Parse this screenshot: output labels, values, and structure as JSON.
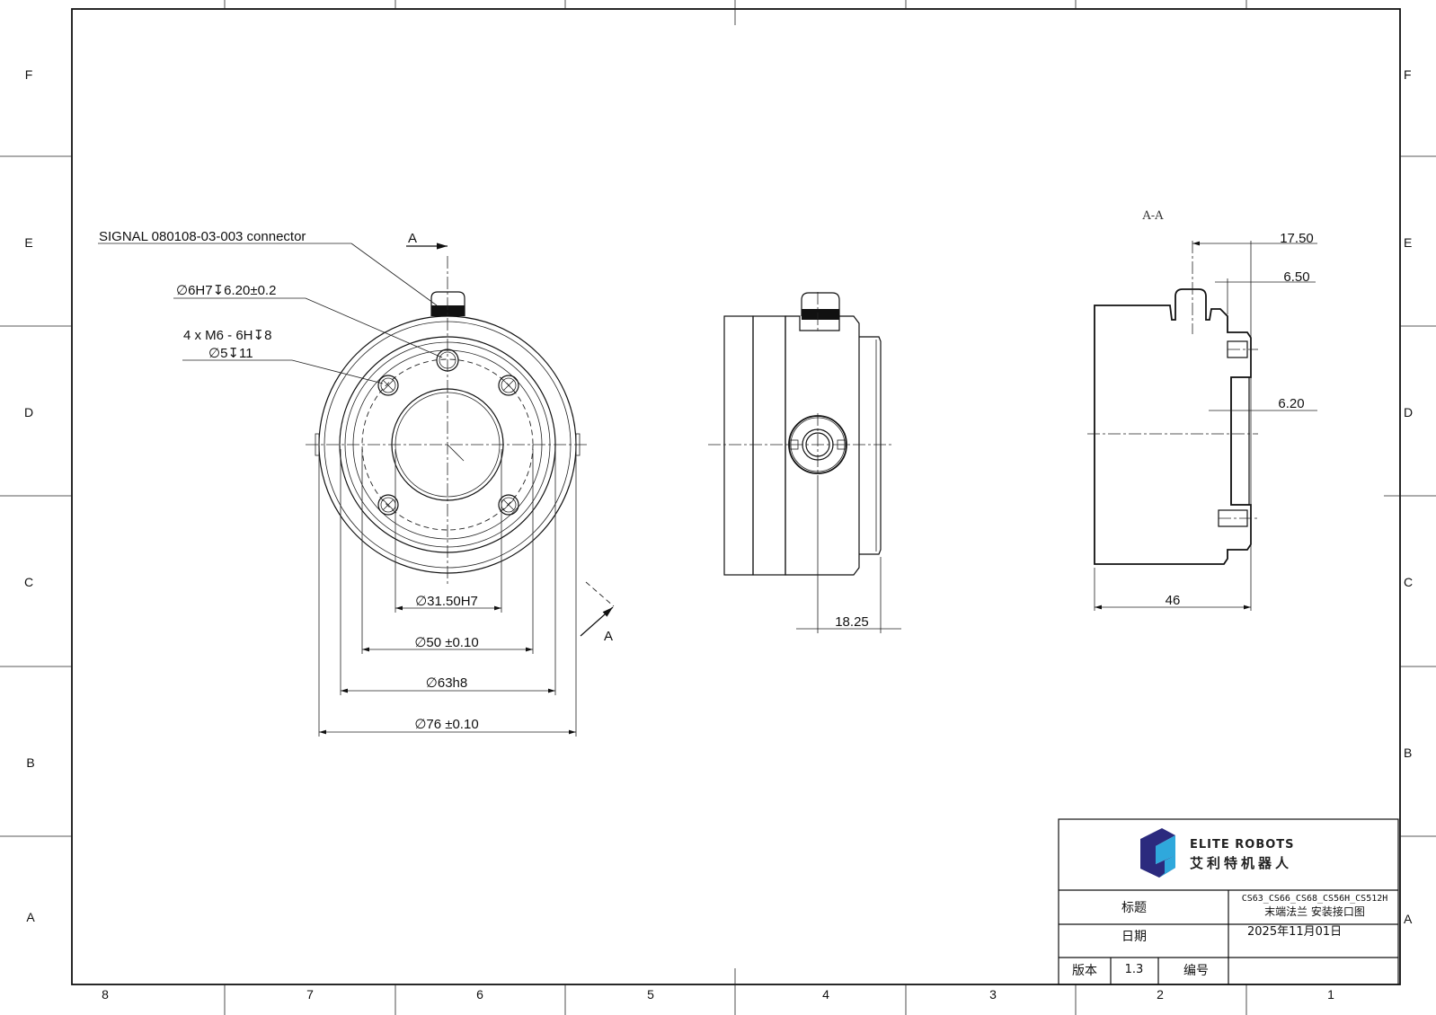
{
  "frame": {
    "row_labels": [
      "F",
      "E",
      "D",
      "C",
      "B",
      "A"
    ],
    "column_labels": [
      "8",
      "7",
      "6",
      "5",
      "4",
      "3",
      "2",
      "1"
    ]
  },
  "front_view": {
    "connector_note": "SIGNAL 080108-03-003 connector",
    "pin_hole_note": "∅6H7↧6.20±0.2",
    "thread_note_line1": "4 x M6 - 6H↧8",
    "thread_note_line2": "∅5↧11",
    "section_marker": "A",
    "dimensions": [
      "∅31.50H7",
      "∅50 ±0.10",
      "∅63h8",
      "∅76 ±0.10"
    ]
  },
  "side_view": {
    "dimension": "18.25"
  },
  "section_view": {
    "title": "A-A",
    "dimensions": [
      "17.50",
      "6.50",
      "6.20",
      "46"
    ]
  },
  "title_block": {
    "logo_en": "ELITE ROBOTS",
    "logo_cn": "艾利特机器人",
    "title_label": "标题",
    "title_value_line1": "CS63_CS66_CS68_CS56H_CS512H",
    "title_value_line2": "末端法兰 安装接口图",
    "date_label": "日期",
    "date_value": "2025年11月01日",
    "version_label": "版本",
    "version_value": "1.3",
    "number_label": "编号",
    "number_value": "",
    "logo_colors": {
      "dark": "#2b2a7e",
      "light": "#2fa8dc"
    }
  }
}
